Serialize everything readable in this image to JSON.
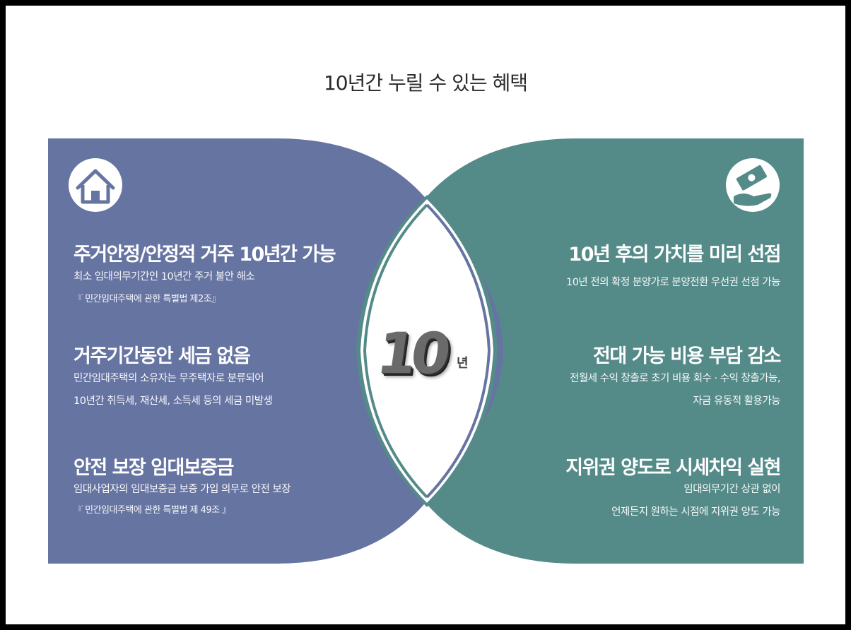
{
  "title": "10년간 누릴 수 있는 혜택",
  "colors": {
    "left_panel": "#6674a2",
    "right_panel": "#548b89",
    "background": "#ffffff"
  },
  "left": {
    "icon": "house-icon",
    "items": [
      {
        "heading": "주거안정/안정적 거주 10년간 가능",
        "lines": [
          "최소 임대의무기간인 10년간 주거 불안 해소"
        ],
        "ref": "『 민간임대주택에 관한 특별법 제2조』"
      },
      {
        "heading": "거주기간동안 세금 없음",
        "lines": [
          "민간임대주택의 소유자는 무주택자로 분류되어",
          "10년간 취득세, 재산세, 소득세 등의 세금 미발생"
        ]
      },
      {
        "heading": "안전 보장 임대보증금",
        "lines": [
          "임대사업자의 임대보증금 보증 가입 의무로 안전 보장"
        ],
        "ref": "『 민간임대주택에 관한 특별법 제 49조 』"
      }
    ]
  },
  "center": {
    "number": "10",
    "unit": "년"
  },
  "right": {
    "icon": "money-hand-icon",
    "items": [
      {
        "heading": "10년 후의 가치를 미리 선점",
        "lines": [
          "10년 전의 확정 분양가로 분양전환 우선권 선점 가능"
        ]
      },
      {
        "heading": "전대 가능 비용 부담 감소",
        "lines": [
          "전월세 수익 창출로 초기 비용 회수 · 수익 창출가능,",
          "자금 유동적 활용가능"
        ]
      },
      {
        "heading": "지위권 양도로 시세차익 실현",
        "lines": [
          "임대의무기간 상관 없이",
          "언제든지 원하는 시점에 지위권 양도 가능"
        ]
      }
    ]
  }
}
